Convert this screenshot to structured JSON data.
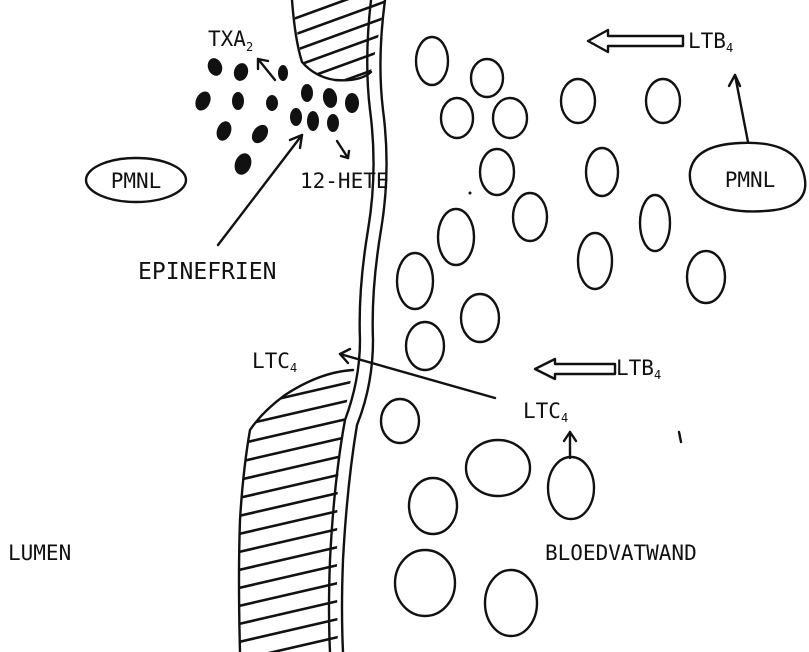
{
  "labels": {
    "txa": "TXA",
    "txa_sub": "2",
    "ltb_top": "LTB",
    "ltb_top_sub": "4",
    "pmnl_left": "PMNL",
    "pmnl_right": "PMNL",
    "hete": "12-HETE",
    "epinefrien": "EPINEFRIEN",
    "ltc_left": "LTC",
    "ltc_left_sub": "4",
    "ltb_mid": "LTB",
    "ltb_mid_sub": "4",
    "ltc_right": "LTC",
    "ltc_right_sub": "4",
    "lumen": "LUMEN",
    "bloedvatwand": "BLOEDVATWAND"
  },
  "colors": {
    "ink": "#111111",
    "background": "#ffffff"
  }
}
